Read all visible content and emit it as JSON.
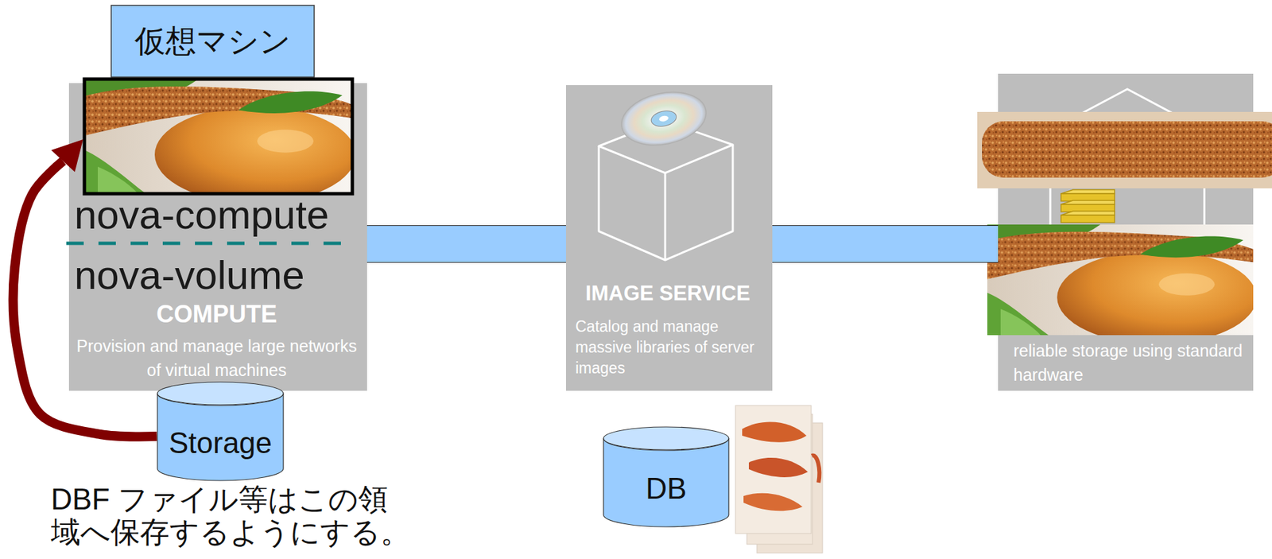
{
  "diagram": {
    "nodes": [
      {
        "text": [
          "仮想マシン"
        ]
      },
      {
        "text": [
          "nova-compute",
          "nova-volume",
          "COMPUTE",
          "Provision and manage large networks of virtual machines"
        ]
      },
      {
        "text": [
          "IMAGE SERVICE",
          "Catalog and manage massive libraries of server images"
        ]
      },
      {
        "text": [
          "reliable storage using standard hardware"
        ]
      },
      {
        "text": [
          "Storage"
        ]
      },
      {
        "text": [
          "DB"
        ]
      }
    ],
    "edges": [
      {
        "from": 1,
        "to": 2,
        "arrow": "none"
      },
      {
        "from": 2,
        "to": 3,
        "arrow": "none"
      },
      {
        "from": 4,
        "to": 0,
        "arrow": "to"
      }
    ],
    "labels": [
      "DBF ファイル等はこの領 域へ保存するようにする。"
    ]
  }
}
